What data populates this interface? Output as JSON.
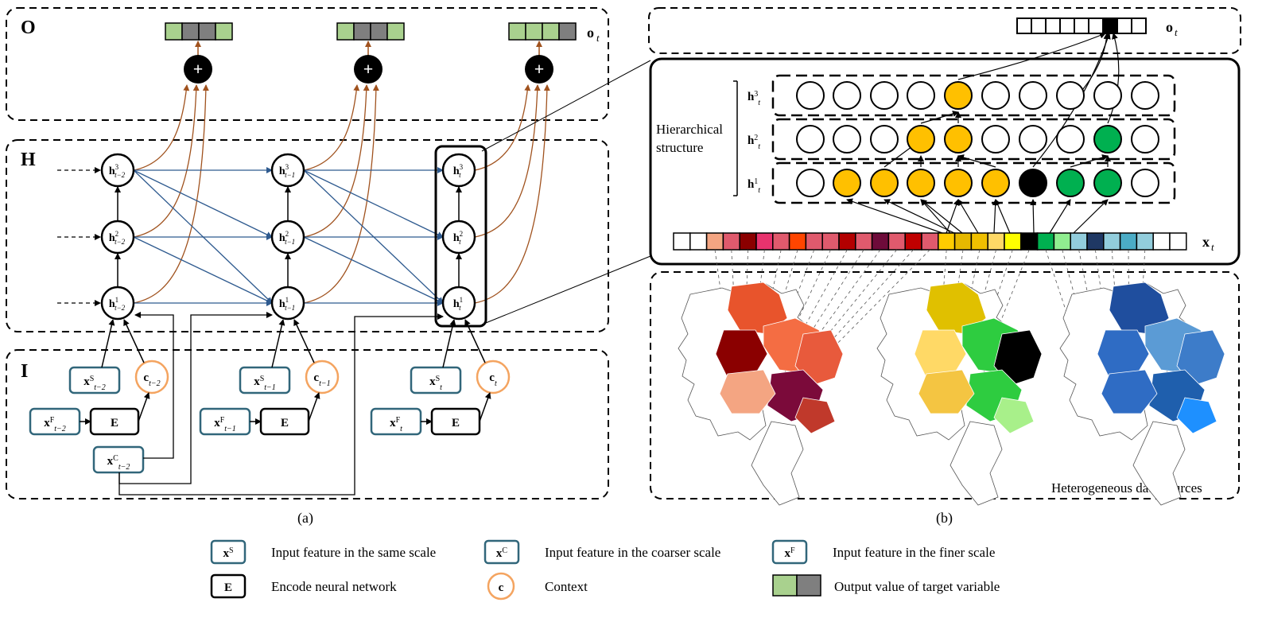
{
  "panel_a": {
    "section_O": "O",
    "section_H": "H",
    "section_I": "I",
    "output_label": "o",
    "output_sub": "t",
    "plus": "+",
    "encoder": "E",
    "caption": "(a)",
    "columns": [
      {
        "t": "t−2",
        "xs_sub": "t−2",
        "xf_sub": "t−2",
        "c_sub": "t−2"
      },
      {
        "t": "t−1",
        "xs_sub": "t−1",
        "xf_sub": "t−1",
        "c_sub": "t−1"
      },
      {
        "t": "t",
        "xs_sub": "t",
        "xf_sub": "t",
        "c_sub": "t"
      }
    ],
    "coarse_sub": "t−2",
    "output_colors": {
      "green": "#a9d18e",
      "gray": "#7f7f7f"
    }
  },
  "panel_b": {
    "output_label": "o",
    "output_sub": "t",
    "input_label": "x",
    "input_sub": "t",
    "hier_title_1": "Hierarchical",
    "hier_title_2": "structure",
    "levels": [
      {
        "sup": "3",
        "sub": "t"
      },
      {
        "sup": "2",
        "sub": "t"
      },
      {
        "sup": "1",
        "sub": "t"
      }
    ],
    "sources_caption": "Heterogeneous data sources",
    "caption": "(b)",
    "node_colors": {
      "yellow": "#ffc000",
      "green": "#00b050",
      "black": "#000000"
    }
  },
  "legend": [
    {
      "symbol": "x",
      "sup": "S",
      "text": "Input feature in the same scale"
    },
    {
      "symbol": "x",
      "sup": "C",
      "text": "Input feature in the coarser scale"
    },
    {
      "symbol": "x",
      "sup": "F",
      "text": "Input feature in the finer scale"
    },
    {
      "symbol": "E",
      "text": "Encode neural network"
    },
    {
      "symbol": "c",
      "text": "Context"
    },
    {
      "text": "Output value of target variable"
    }
  ]
}
